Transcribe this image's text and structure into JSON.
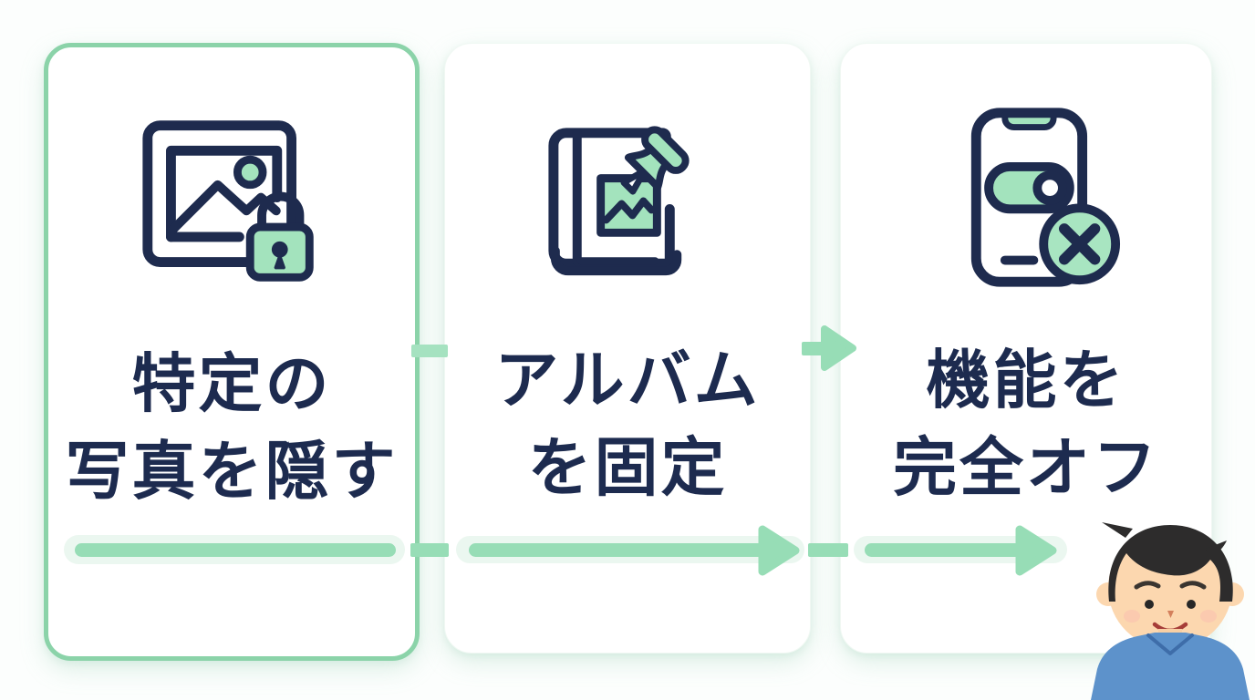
{
  "infographic": {
    "language": "ja",
    "steps": [
      {
        "index": 1,
        "icon": "photo-lock-icon",
        "line1": "特定の",
        "line2": "写真を隠す"
      },
      {
        "index": 2,
        "icon": "album-pin-icon",
        "line1": "アルバム",
        "line2": "を固定"
      },
      {
        "index": 3,
        "icon": "phone-off-icon",
        "line1": "機能を",
        "line2": "完全オフ"
      }
    ],
    "flow": {
      "direction": "left-to-right",
      "connector_style": "green arrows between and under cards"
    },
    "person": {
      "name": "smiling-man-illustration",
      "position": "bottom-right"
    },
    "colors": {
      "accent_green": "#97ddb6",
      "light_green_fill": "#a3e3bd",
      "halo_green": "#ebf7f0",
      "card_border_green": "#8bd3a9",
      "navy_text": "#1d2b4f",
      "background": "#fcfefd",
      "card_background": "#ffffff",
      "skin": "#fcd7af",
      "hair": "#2d2c2c",
      "shirt_blue": "#5d92cb"
    }
  }
}
